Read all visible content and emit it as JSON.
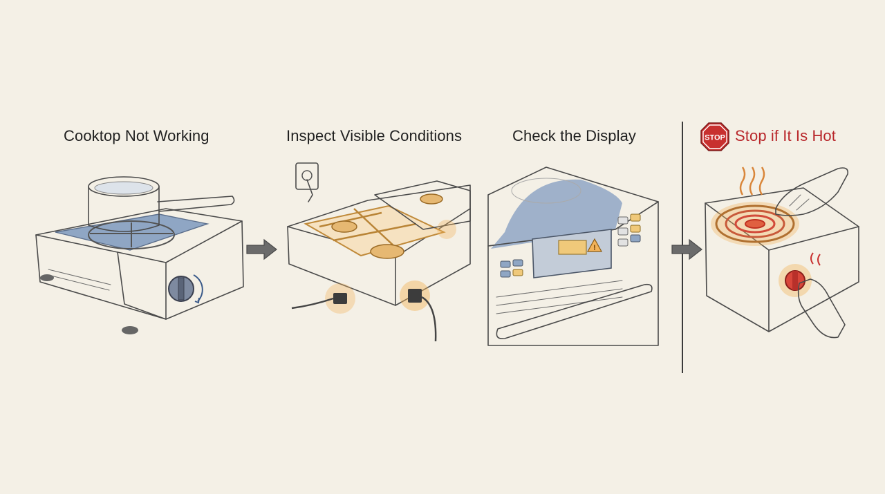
{
  "steps": [
    {
      "title": "Cooktop Not Working",
      "illustration": "portable-gas-cooktop-with-pot"
    },
    {
      "title": "Inspect Visible Conditions",
      "illustration": "gas-range-with-plugs"
    },
    {
      "title": "Check the Display",
      "illustration": "range-control-panel-warning"
    },
    {
      "title": "Stop if It Is Hot",
      "illustration": "hot-burner-warning"
    }
  ],
  "stop_sign_text": "STOP",
  "colors": {
    "background": "#f4f0e6",
    "highlight_amber": "#f2b35a",
    "highlight_blue": "#8fa6c4",
    "warning_red": "#c8302f",
    "ink": "#4a4a4a"
  },
  "icons": [
    "arrow-right-icon",
    "arrow-right-icon",
    "stop-sign-icon",
    "warning-triangle-icon",
    "heat-waves-icon",
    "hand-icon",
    "plug-icon",
    "rotate-arrow-icon"
  ]
}
